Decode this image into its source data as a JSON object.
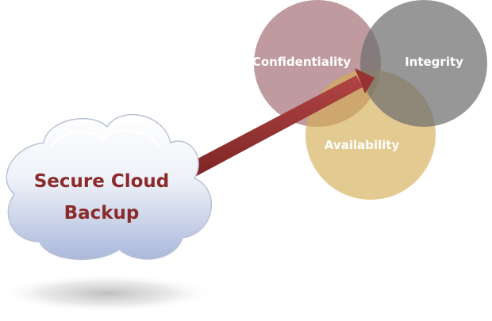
{
  "cloud": {
    "line1": "Secure Cloud",
    "line2": "Backup",
    "text_color": "#8b2a2a"
  },
  "circles": {
    "confidentiality": {
      "label": "Confidentiality",
      "color": "#a67378"
    },
    "integrity": {
      "label": "Integrity",
      "color": "#6f6f6f"
    },
    "availability": {
      "label": "Availability",
      "color": "#d4ad55"
    }
  },
  "arrow": {
    "color": "#983232"
  }
}
